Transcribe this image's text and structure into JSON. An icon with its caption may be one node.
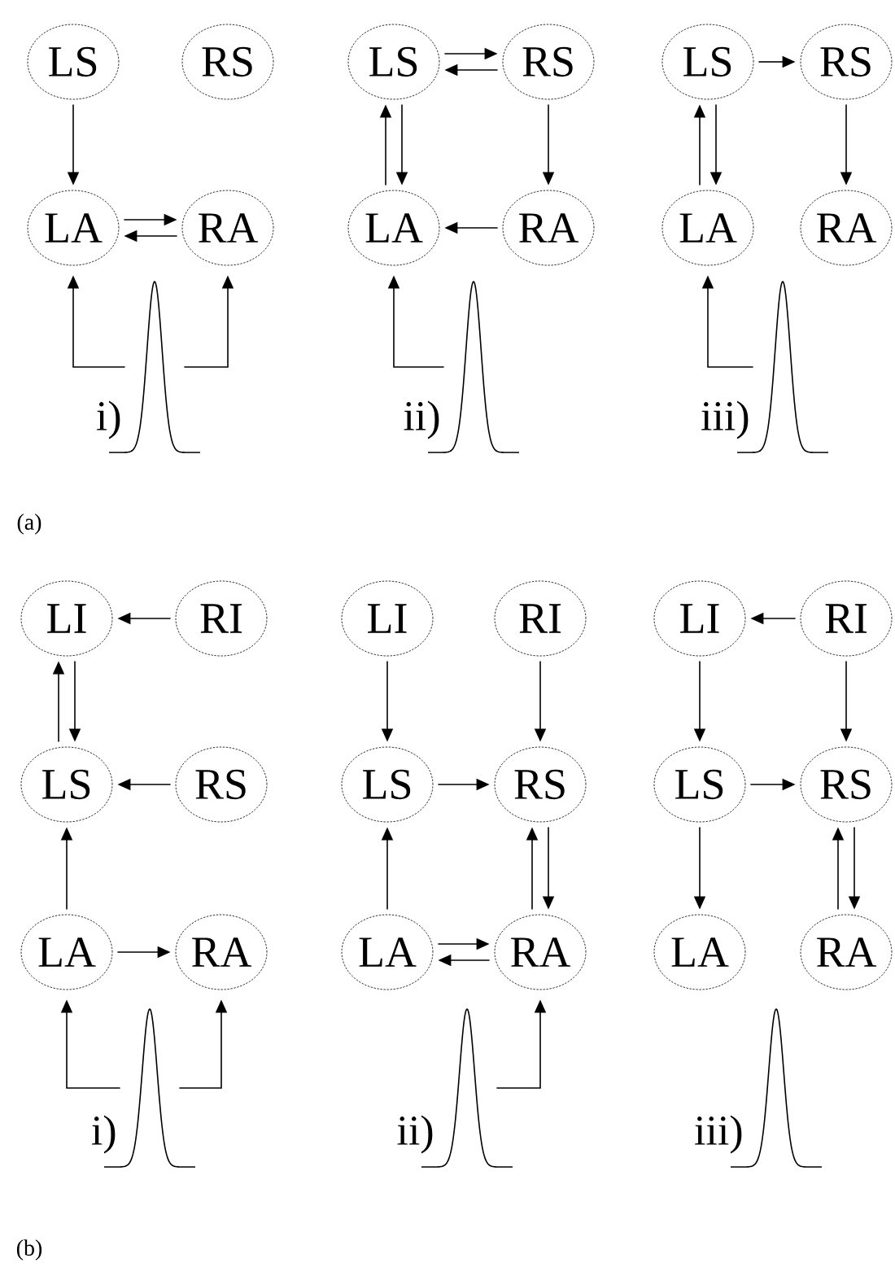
{
  "diagram": {
    "nodes": [
      {
        "text": [
          "LS"
        ]
      },
      {
        "text": [
          "RS"
        ]
      },
      {
        "text": [
          "LA"
        ]
      },
      {
        "text": [
          "RA"
        ]
      },
      {
        "text": [],
        "shape": "picture",
        "beside": [
          "i)"
        ]
      },
      {
        "text": [
          "LS"
        ]
      },
      {
        "text": [
          "RS"
        ]
      },
      {
        "text": [
          "LA"
        ]
      },
      {
        "text": [
          "RA"
        ]
      },
      {
        "text": [],
        "shape": "picture",
        "beside": [
          "ii)"
        ]
      },
      {
        "text": [
          "LS"
        ]
      },
      {
        "text": [
          "RS"
        ]
      },
      {
        "text": [
          "LA"
        ]
      },
      {
        "text": [
          "RA"
        ]
      },
      {
        "text": [],
        "shape": "picture",
        "beside": [
          "iii)"
        ]
      },
      {
        "text": [
          "LI"
        ]
      },
      {
        "text": [
          "RI"
        ]
      },
      {
        "text": [
          "LS"
        ]
      },
      {
        "text": [
          "RS"
        ]
      },
      {
        "text": [
          "LA"
        ]
      },
      {
        "text": [
          "RA"
        ]
      },
      {
        "text": [],
        "shape": "picture",
        "beside": [
          "i)"
        ]
      },
      {
        "text": [
          "LI"
        ]
      },
      {
        "text": [
          "RI"
        ]
      },
      {
        "text": [
          "LS"
        ]
      },
      {
        "text": [
          "RS"
        ]
      },
      {
        "text": [
          "LA"
        ]
      },
      {
        "text": [
          "RA"
        ]
      },
      {
        "text": [],
        "shape": "picture",
        "beside": [
          "ii)"
        ]
      },
      {
        "text": [
          "LI"
        ]
      },
      {
        "text": [
          "RI"
        ]
      },
      {
        "text": [
          "LS"
        ]
      },
      {
        "text": [
          "RS"
        ]
      },
      {
        "text": [
          "LA"
        ]
      },
      {
        "text": [
          "RA"
        ]
      },
      {
        "text": [],
        "shape": "picture",
        "beside": [
          "iii)"
        ]
      }
    ],
    "edges": [
      {
        "from": 0,
        "to": 2,
        "arrow": "to"
      },
      {
        "from": 2,
        "to": 3,
        "arrow": "to"
      },
      {
        "from": 3,
        "to": 2,
        "arrow": "to"
      },
      {
        "from": 4,
        "to": 2,
        "arrow": "to"
      },
      {
        "from": 4,
        "to": 3,
        "arrow": "to"
      },
      {
        "from": 5,
        "to": 6,
        "arrow": "to"
      },
      {
        "from": 6,
        "to": 5,
        "arrow": "to"
      },
      {
        "from": 6,
        "to": 8,
        "arrow": "to"
      },
      {
        "from": 8,
        "to": 7,
        "arrow": "to"
      },
      {
        "from": 7,
        "to": 5,
        "arrow": "to"
      },
      {
        "from": 5,
        "to": 7,
        "arrow": "to"
      },
      {
        "from": 9,
        "to": 7,
        "arrow": "to"
      },
      {
        "from": 10,
        "to": 11,
        "arrow": "to"
      },
      {
        "from": 11,
        "to": 13,
        "arrow": "to"
      },
      {
        "from": 12,
        "to": 10,
        "arrow": "to"
      },
      {
        "from": 10,
        "to": 12,
        "arrow": "to"
      },
      {
        "from": 14,
        "to": 12,
        "arrow": "to"
      },
      {
        "from": 16,
        "to": 15,
        "arrow": "to"
      },
      {
        "from": 17,
        "to": 15,
        "arrow": "to"
      },
      {
        "from": 15,
        "to": 17,
        "arrow": "to"
      },
      {
        "from": 18,
        "to": 17,
        "arrow": "to"
      },
      {
        "from": 19,
        "to": 17,
        "arrow": "to"
      },
      {
        "from": 19,
        "to": 20,
        "arrow": "to"
      },
      {
        "from": 21,
        "to": 19,
        "arrow": "to"
      },
      {
        "from": 21,
        "to": 20,
        "arrow": "to"
      },
      {
        "from": 22,
        "to": 24,
        "arrow": "to"
      },
      {
        "from": 23,
        "to": 25,
        "arrow": "to"
      },
      {
        "from": 24,
        "to": 25,
        "arrow": "to"
      },
      {
        "from": 27,
        "to": 25,
        "arrow": "to"
      },
      {
        "from": 25,
        "to": 27,
        "arrow": "to"
      },
      {
        "from": 26,
        "to": 24,
        "arrow": "to"
      },
      {
        "from": 26,
        "to": 27,
        "arrow": "to"
      },
      {
        "from": 27,
        "to": 26,
        "arrow": "to"
      },
      {
        "from": 28,
        "to": 27,
        "arrow": "to"
      },
      {
        "from": 30,
        "to": 29,
        "arrow": "to"
      },
      {
        "from": 29,
        "to": 31,
        "arrow": "to"
      },
      {
        "from": 30,
        "to": 32,
        "arrow": "to"
      },
      {
        "from": 31,
        "to": 32,
        "arrow": "to"
      },
      {
        "from": 31,
        "to": 33,
        "arrow": "to"
      },
      {
        "from": 34,
        "to": 32,
        "arrow": "to"
      },
      {
        "from": 32,
        "to": 34,
        "arrow": "to"
      }
    ],
    "labels": [
      "(a)",
      "(b)"
    ]
  }
}
